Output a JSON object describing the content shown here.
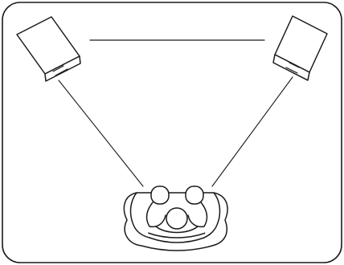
{
  "diagram": {
    "type": "stereo-speaker-listening-triangle",
    "stroke_color": "#1a1a1a",
    "fill_color": "#ffffff",
    "elements": [
      "room-outline",
      "speaker-left",
      "speaker-right",
      "speaker-baseline",
      "sightline-left",
      "sightline-right",
      "listener-armchair"
    ]
  }
}
